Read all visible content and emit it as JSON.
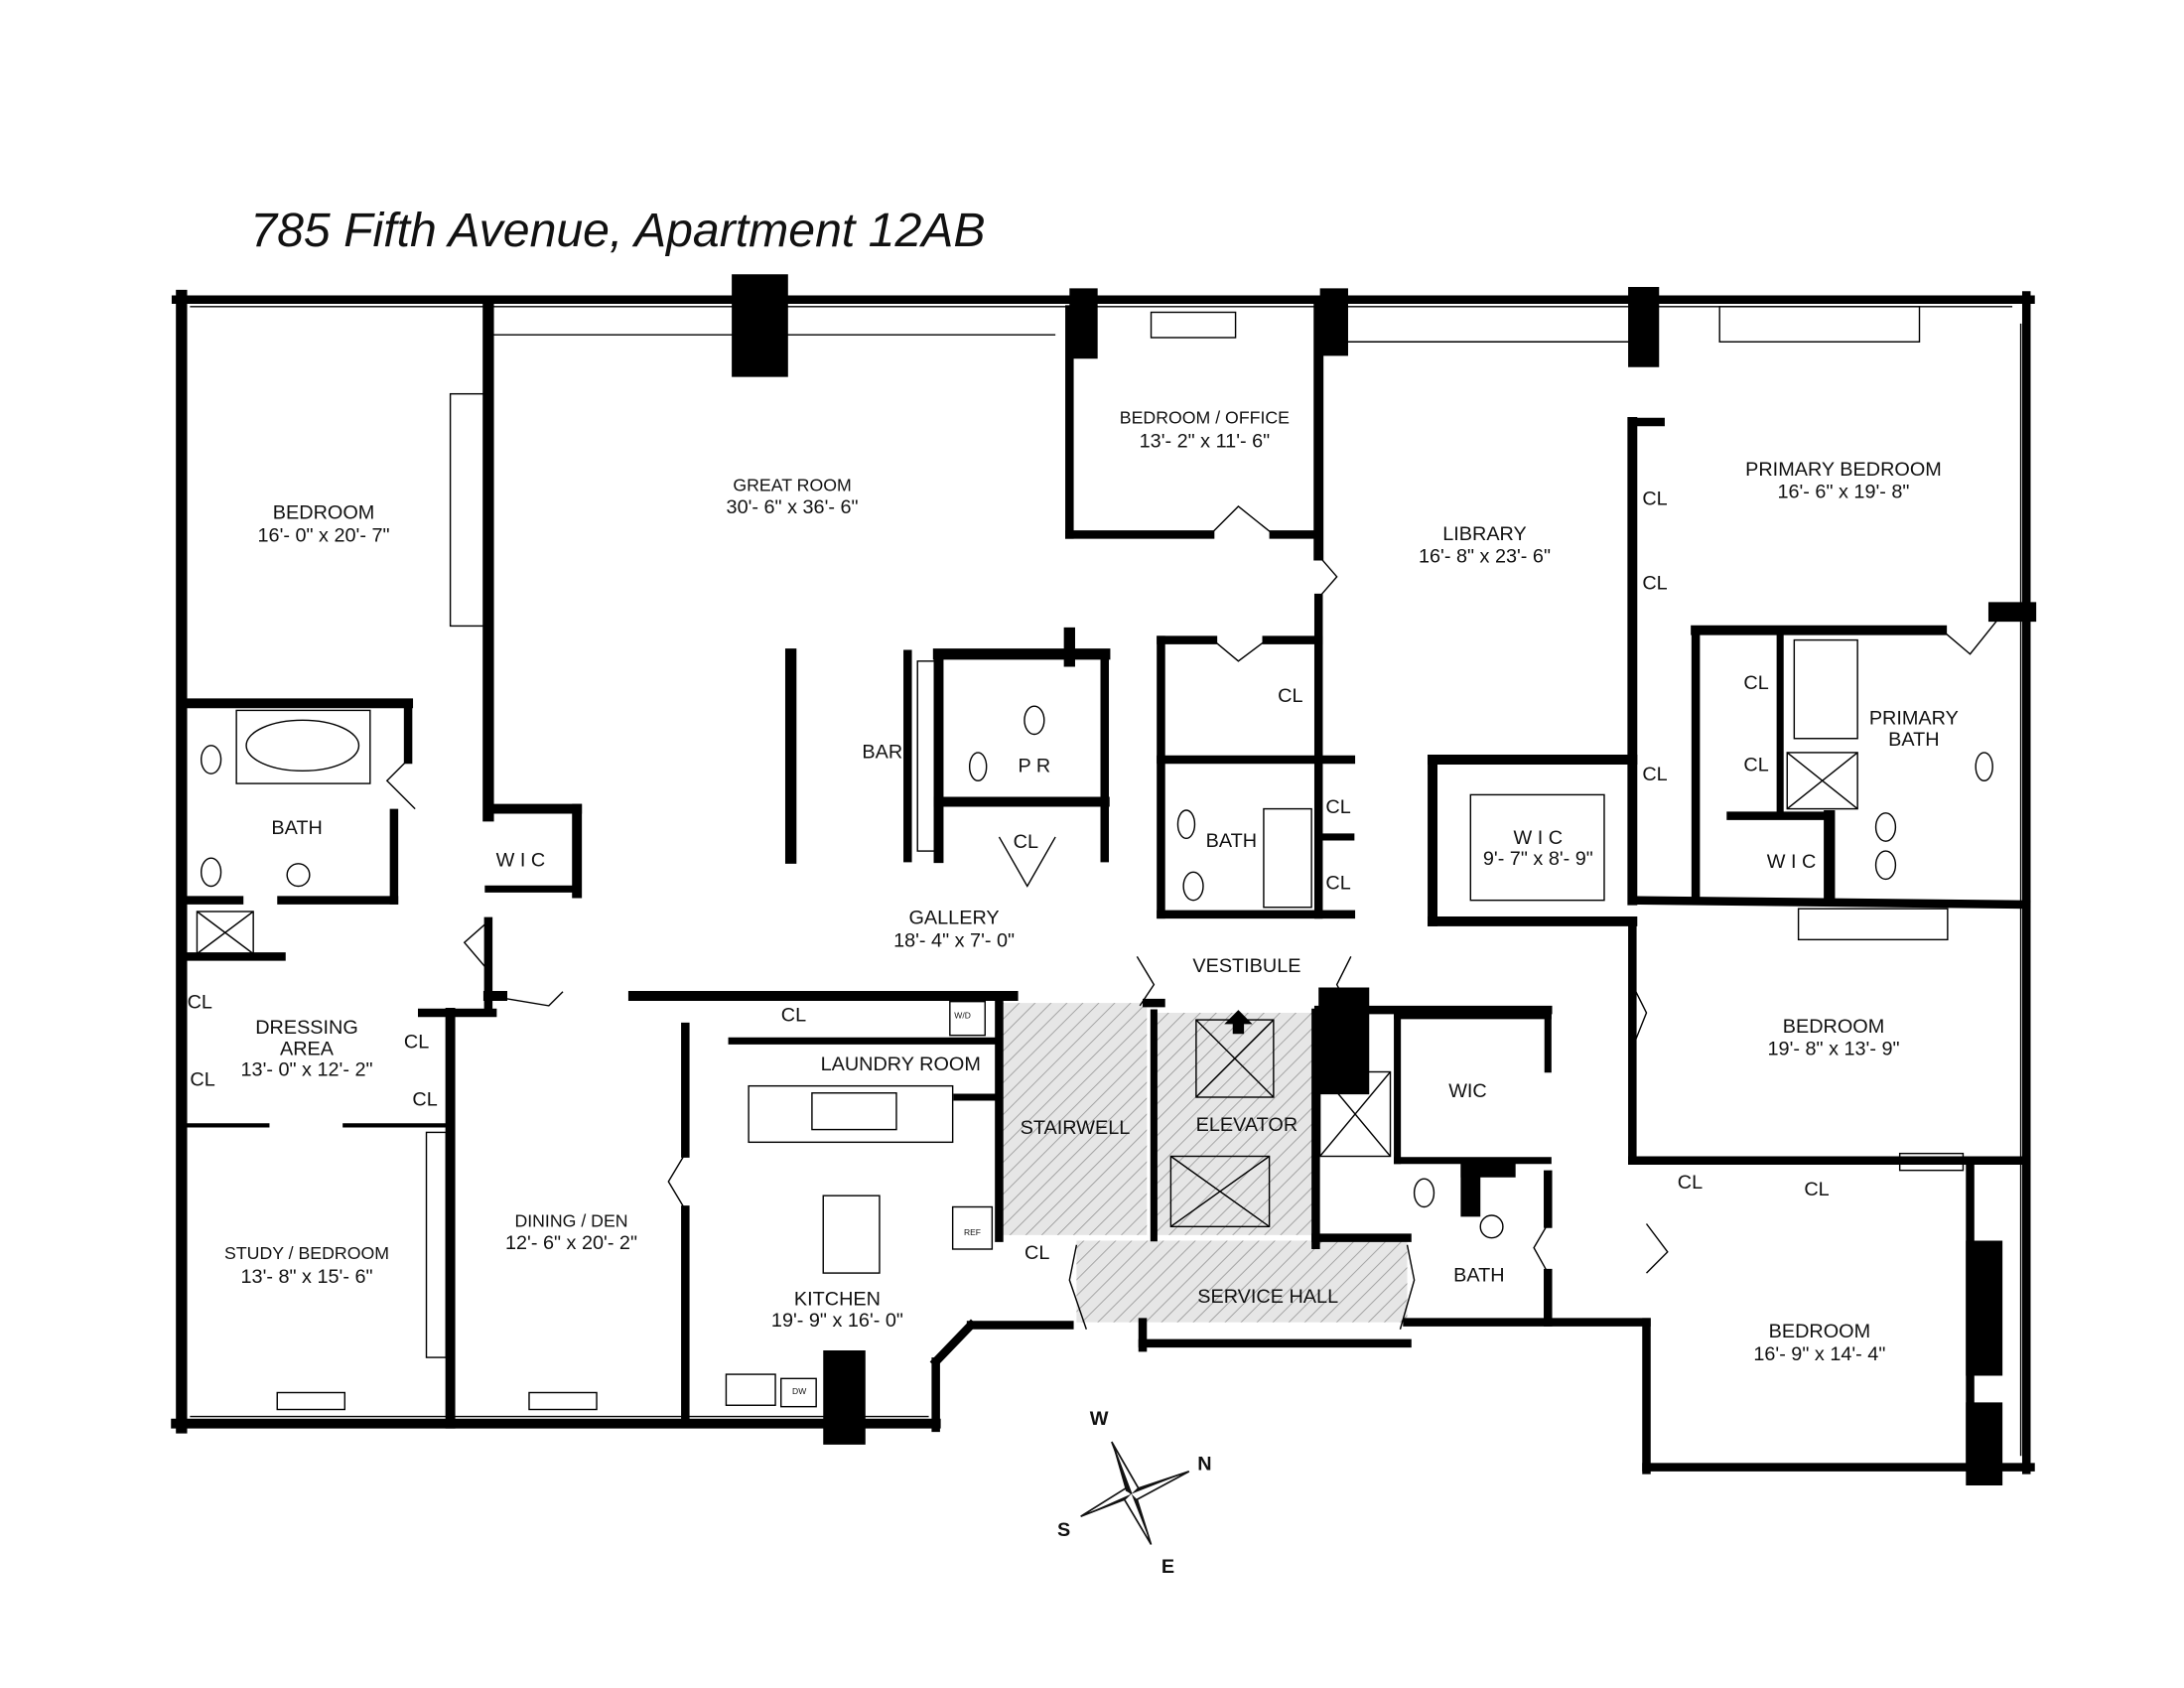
{
  "title": "785 Fifth Avenue, Apartment 12AB",
  "rooms": {
    "bedroom_west": {
      "name": "BEDROOM",
      "dims": "16'- 0\"  x 20'- 7\""
    },
    "great_room": {
      "name": "GREAT ROOM",
      "dims": "30'- 6\" x 36'- 6\""
    },
    "bedroom_office": {
      "name": "BEDROOM / OFFICE",
      "dims": "13'- 2\" x 11'- 6\""
    },
    "library": {
      "name": "LIBRARY",
      "dims": "16'- 8\" x 23'- 6\""
    },
    "primary_bedroom": {
      "name": "PRIMARY BEDROOM",
      "dims": "16'- 6\" x 19'- 8\""
    },
    "bar": {
      "name": "BAR"
    },
    "powder_room": {
      "name": "P R"
    },
    "bath_west": {
      "name": "BATH"
    },
    "wic_west": {
      "name": "W I C"
    },
    "gallery": {
      "name": "GALLERY",
      "dims": "18'- 4\" x 7'- 0\""
    },
    "bath_center": {
      "name": "BATH"
    },
    "wic_library": {
      "name": "W I C",
      "dims": "9'- 7\" x 8'- 9\""
    },
    "primary_bath": {
      "name_line1": "PRIMARY",
      "name_line2": "BATH"
    },
    "wic_primary": {
      "name": "W I C"
    },
    "vestibule": {
      "name": "VESTIBULE"
    },
    "dressing_area": {
      "name_line1": "DRESSING",
      "name_line2": "AREA",
      "dims": "13'- 0\" x 12'- 2\""
    },
    "laundry_room": {
      "name": "LAUNDRY ROOM"
    },
    "stairwell": {
      "name": "STAIRWELL"
    },
    "elevator": {
      "name": "ELEVATOR"
    },
    "wic_east": {
      "name": "WIC"
    },
    "bedroom_east": {
      "name": "BEDROOM",
      "dims": "19'- 8\" x 13'- 9\""
    },
    "study_bedroom": {
      "name": "STUDY / BEDROOM",
      "dims": "13'- 8\" x 15'- 6\""
    },
    "dining_den": {
      "name": "DINING / DEN",
      "dims": "12'- 6\" x 20'- 2\""
    },
    "service_hall": {
      "name": "SERVICE HALL"
    },
    "bath_east": {
      "name": "BATH"
    },
    "kitchen": {
      "name": "KITCHEN",
      "dims": "19'- 9\" x 16'- 0\""
    },
    "bedroom_southeast": {
      "name": "BEDROOM",
      "dims": "16'- 9\" x 14'- 4\""
    }
  },
  "closet_label": "CL",
  "fixture_labels": {
    "washer_dryer": "W/D",
    "refrigerator": "REF",
    "dishwasher": "DW"
  },
  "compass": {
    "w": "W",
    "n": "N",
    "s": "S",
    "e": "E"
  }
}
